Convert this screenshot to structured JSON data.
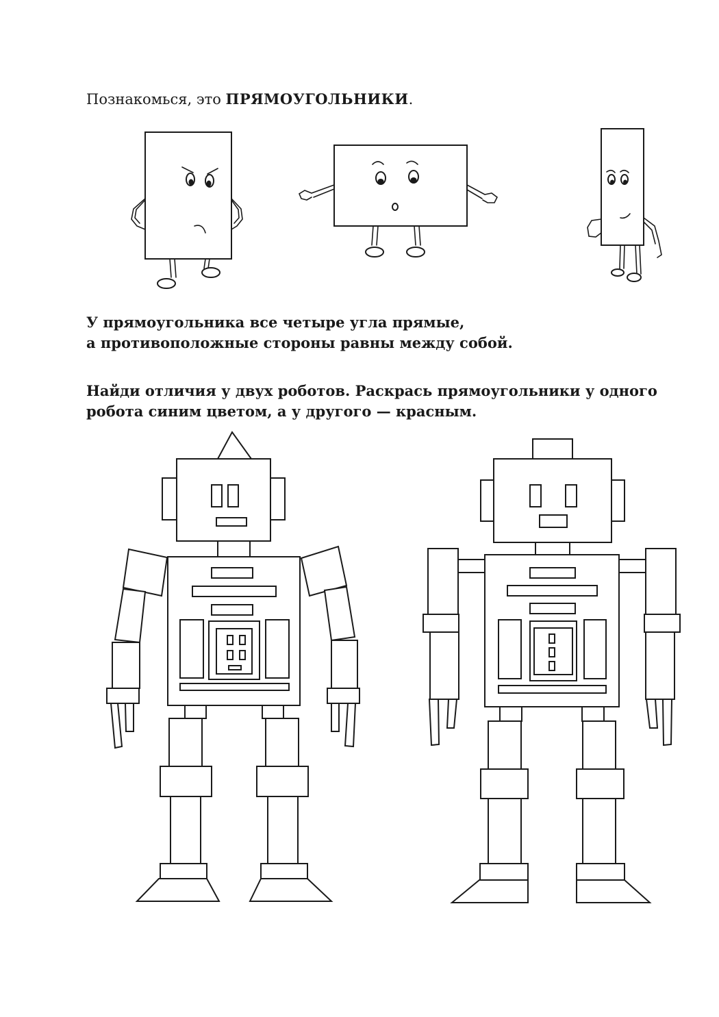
{
  "intro": {
    "prefix": "Познакомься, это ",
    "emphasis": "ПРЯМОУГОЛЬНИКИ",
    "suffix": "."
  },
  "fact": {
    "line1": "У прямоугольника все четыре угла прямые,",
    "line2": "а противоположные стороны равны между собой."
  },
  "task": {
    "line1": "Найди отличия у двух роботов. Раскрась прямоугольники у одного",
    "line2": "робота синим цветом,  а у другого — красным."
  },
  "characters": [
    "rectangle-character-angry",
    "rectangle-character-surprised",
    "rectangle-character-shy"
  ],
  "robots": [
    "robot-left",
    "robot-right"
  ]
}
